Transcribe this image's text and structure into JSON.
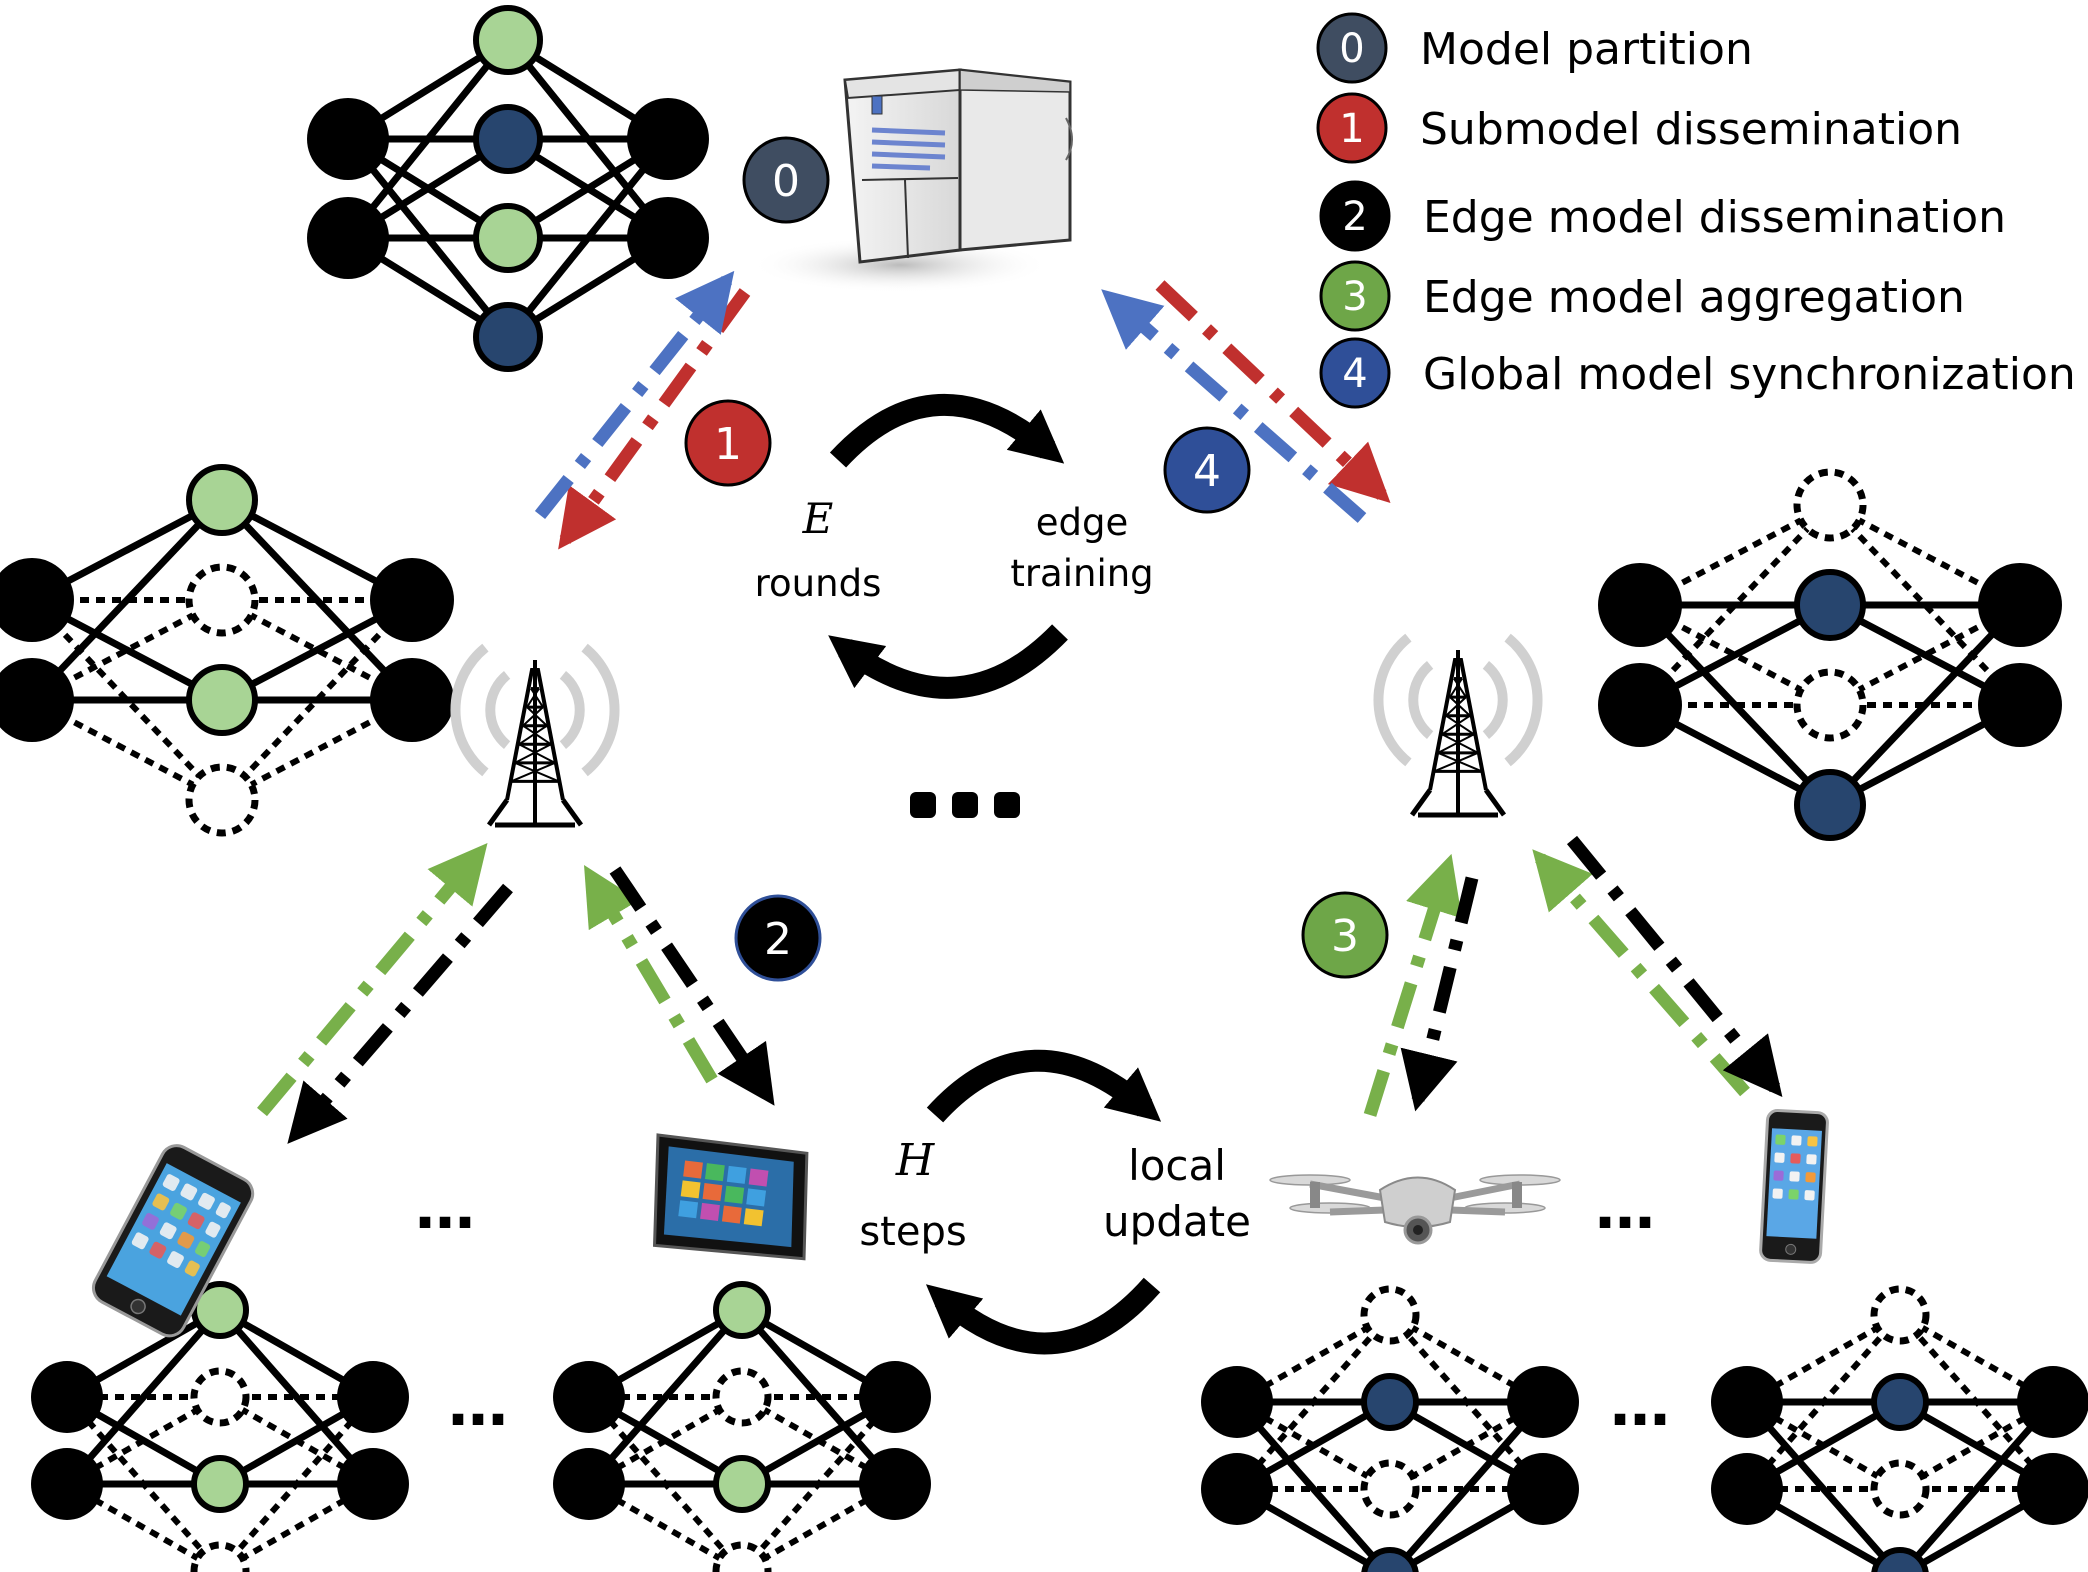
{
  "legend": [
    {
      "number": "0",
      "label": "Model partition",
      "color": "#3f4d61"
    },
    {
      "number": "1",
      "label": "Submodel dissemination",
      "color": "#c0302e"
    },
    {
      "number": "2",
      "label": "Edge model dissemination",
      "color": "#000000"
    },
    {
      "number": "3",
      "label": "Edge model aggregation",
      "color": "#6ea648"
    },
    {
      "number": "4",
      "label": "Global model synchronization",
      "color": "#2f4f98"
    }
  ],
  "badges": {
    "b0": "0",
    "b1": "1",
    "b2": "2",
    "b3": "3",
    "b4": "4"
  },
  "edge_cycle": {
    "var": "E",
    "word": "rounds",
    "label_line1": "edge",
    "label_line2": "training"
  },
  "local_cycle": {
    "var": "H",
    "word": "steps",
    "label_line1": "local",
    "label_line2": "update"
  },
  "ellipsis": "…",
  "colors": {
    "node_black": "#000000",
    "node_green": "#a8d495",
    "node_blue": "#27456e",
    "arrow_red": "#c0302e",
    "arrow_blue": "#4d72c2",
    "arrow_green": "#78b04a",
    "arrow_black": "#000000"
  },
  "icons": [
    "server-icon",
    "cell-tower-icon",
    "smartphone-icon",
    "tablet-icon",
    "drone-icon"
  ]
}
